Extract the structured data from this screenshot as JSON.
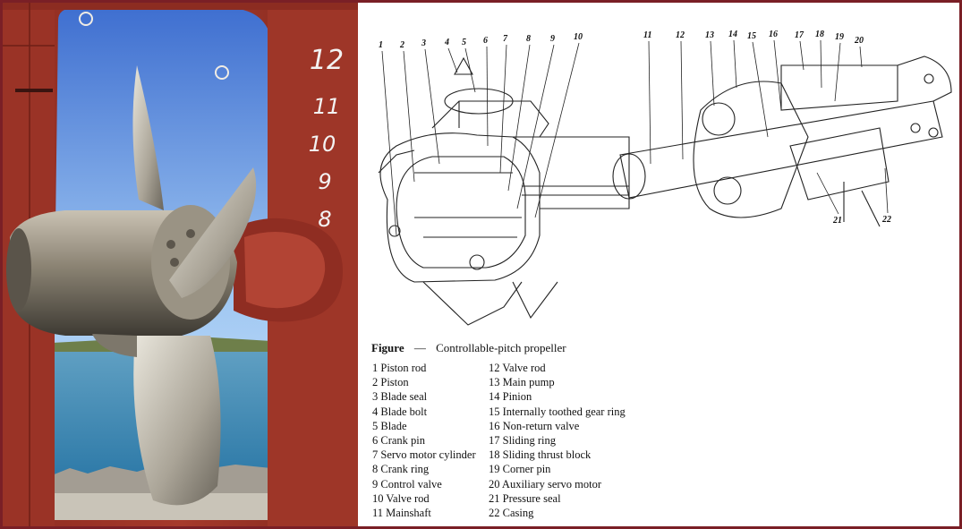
{
  "photo": {
    "draft_marks": [
      "12",
      "11",
      "10",
      "9",
      "8"
    ]
  },
  "diagram": {
    "left_numbers": [
      "1",
      "2",
      "3",
      "4",
      "5",
      "6",
      "7",
      "8",
      "9",
      "10"
    ],
    "right_numbers": [
      "11",
      "12",
      "13",
      "14",
      "15",
      "16",
      "17",
      "18",
      "19",
      "20"
    ],
    "bottom_numbers": [
      "21",
      "22"
    ]
  },
  "caption": {
    "label": "Figure",
    "dash": "—",
    "text": "Controllable-pitch propeller"
  },
  "legend": {
    "col1": [
      "1 Piston rod",
      "2 Piston",
      "3 Blade seal",
      "4 Blade bolt",
      "5 Blade",
      "6 Crank pin",
      "7 Servo motor cylinder",
      "8 Crank ring",
      "9 Control valve",
      "10 Valve rod",
      "11 Mainshaft"
    ],
    "col2": [
      "12 Valve rod",
      "13 Main pump",
      "14 Pinion",
      "15 Internally toothed gear ring",
      "16 Non-return valve",
      "17 Sliding ring",
      "18 Sliding thrust block",
      "19 Corner pin",
      "20 Auxiliary servo motor",
      "21 Pressure seal",
      "22 Casing"
    ]
  }
}
